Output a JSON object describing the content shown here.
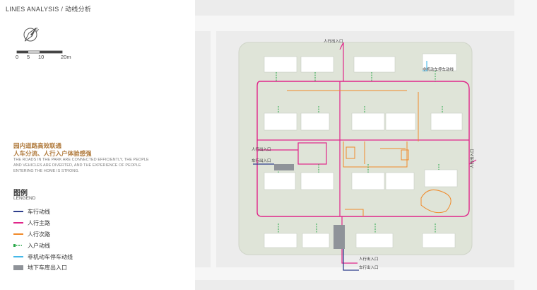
{
  "header": {
    "title": "LINES ANALYSIS / 动线分析"
  },
  "scale": {
    "labels": [
      "0",
      "5",
      "10",
      "20m"
    ]
  },
  "intro": {
    "heading_line1": "园内道路高效联通",
    "heading_line2": "人车分流、人行入户体验感强",
    "description_lines": [
      "THE ROADS IN THE PARK ARE CONNECTED EFFICIENTLY, THE PEOPLE",
      "AND VEHICLES ARE DIVERTED, AND THE EXPERIENCE OF PEOPLE",
      "ENTERING THE HOME IS STRONG."
    ]
  },
  "legend": {
    "title": "图例",
    "subtitle": "LENGEND",
    "items": [
      {
        "label": "车行动线",
        "color": "#2f3f8c",
        "kind": "line"
      },
      {
        "label": "人行主路",
        "color": "#e0268a",
        "kind": "line"
      },
      {
        "label": "人行次路",
        "color": "#f08a2a",
        "kind": "line"
      },
      {
        "label": "入户动线",
        "color": "#2aa84a",
        "kind": "entry"
      },
      {
        "label": "非机动车停车动线",
        "color": "#45b8e8",
        "kind": "line"
      },
      {
        "label": "地下车库出入口",
        "color": "#8f9399",
        "kind": "block"
      }
    ]
  },
  "map": {
    "labels": {
      "ped_top": "人行出入口",
      "bike": "非机动车停车动线",
      "ped_left": "人行出入口",
      "car_left": "车行出入口",
      "ped_right": "人行出入口",
      "ped_bottom": "人行出入口",
      "car_bottom": "车行出入口"
    }
  }
}
